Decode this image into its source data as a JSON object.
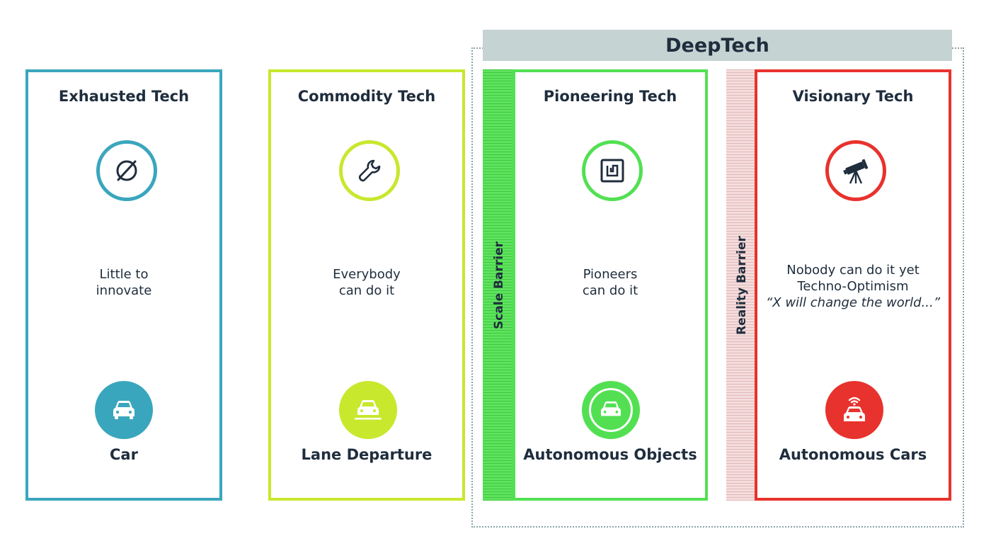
{
  "deeptech": {
    "title": "DeepTech"
  },
  "barriers": {
    "scale": "Scale Barrier",
    "reality": "Reality Barrier"
  },
  "columns": [
    {
      "title": "Exhausted Tech",
      "icon": "empty-set-icon",
      "description": [
        "Little to",
        "innovate"
      ],
      "example": "Car",
      "example_icon": "car-icon",
      "color": "#3aa6bd"
    },
    {
      "title": "Commodity Tech",
      "icon": "wrench-icon",
      "description": [
        "Everybody",
        "can do it"
      ],
      "example": "Lane Departure",
      "example_icon": "car-lane-icon",
      "color": "#c7e82d"
    },
    {
      "title": "Pioneering Tech",
      "icon": "chip-icon",
      "description": [
        "Pioneers",
        "can do it"
      ],
      "example": "Autonomous Objects",
      "example_icon": "autonomous-car-icon",
      "color": "#52e052"
    },
    {
      "title": "Visionary Tech",
      "icon": "telescope-icon",
      "description": [
        "Nobody can do it yet",
        "Techno-Optimism",
        "“X will change the world...”"
      ],
      "example": "Autonomous Cars",
      "example_icon": "connected-car-icon",
      "color": "#e8322d"
    }
  ]
}
